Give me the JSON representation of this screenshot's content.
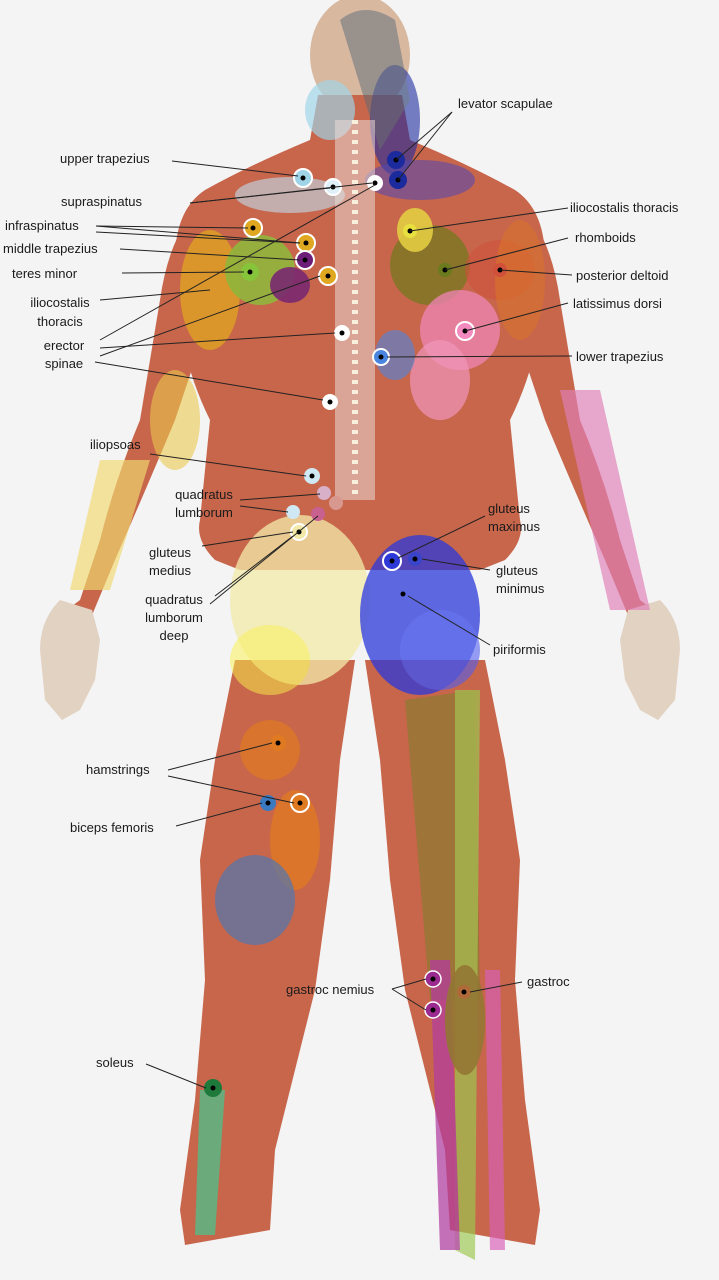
{
  "labels": {
    "levator_scapulae": "levator scapulae",
    "upper_trapezius": "upper trapezius",
    "supraspinatus": "supraspinatus",
    "infraspinatus": "infraspinatus",
    "middle_trapezius": "middle trapezius",
    "teres_minor": "teres minor",
    "iliocostalis_thoracis_left_1": "iliocostalis",
    "iliocostalis_thoracis_left_2": "thoracis",
    "erector_spinae_1": "erector",
    "erector_spinae_2": "spinae",
    "iliocostalis_thoracis_right": "iliocostalis thoracis",
    "rhomboids": "rhomboids",
    "posterior_deltoid": "posterior deltoid",
    "latissimus_dorsi": "latissimus dorsi",
    "lower_trapezius": "lower trapezius",
    "iliopsoas": "iliopsoas",
    "quadratus_lumborum_1": "quadratus",
    "quadratus_lumborum_2": "lumborum",
    "gluteus_medius_1": "gluteus",
    "gluteus_medius_2": "medius",
    "ql_deep_1": "quadratus",
    "ql_deep_2": "lumborum",
    "ql_deep_3": "deep",
    "gluteus_maximus_1": "gluteus",
    "gluteus_maximus_2": "maximus",
    "gluteus_minimus_1": "gluteus",
    "gluteus_minimus_2": "minimus",
    "piriformis": "piriformis",
    "hamstrings": "hamstrings",
    "biceps_femoris": "biceps femoris",
    "gastroc_nemius": "gastroc nemius",
    "gastroc": "gastroc",
    "soleus": "soleus"
  },
  "colors": {
    "background": "#f4f4f4",
    "muscle": "#c8664c",
    "skin": "#e9d7c0",
    "levator": "#1b2a9c",
    "upper_trap": "#9fd4e8",
    "infraspinatus": "#e0a820",
    "middle_trap": "#6c1e78",
    "teres": "#86c43a",
    "rhomboids": "#6a7a1c",
    "latissimus": "#f28ac0",
    "lower_trap": "#4a86e0",
    "gluteus_max": "#2d3ad8",
    "gluteus_med": "#f2e9a8",
    "hamstrings": "#e07a20",
    "biceps_femoris": "#3a7ac0",
    "gastroc": "#b03ca0",
    "gastroc_olive": "#8a7a30",
    "soleus": "#4cc08a",
    "leg_green": "#9cc850"
  }
}
